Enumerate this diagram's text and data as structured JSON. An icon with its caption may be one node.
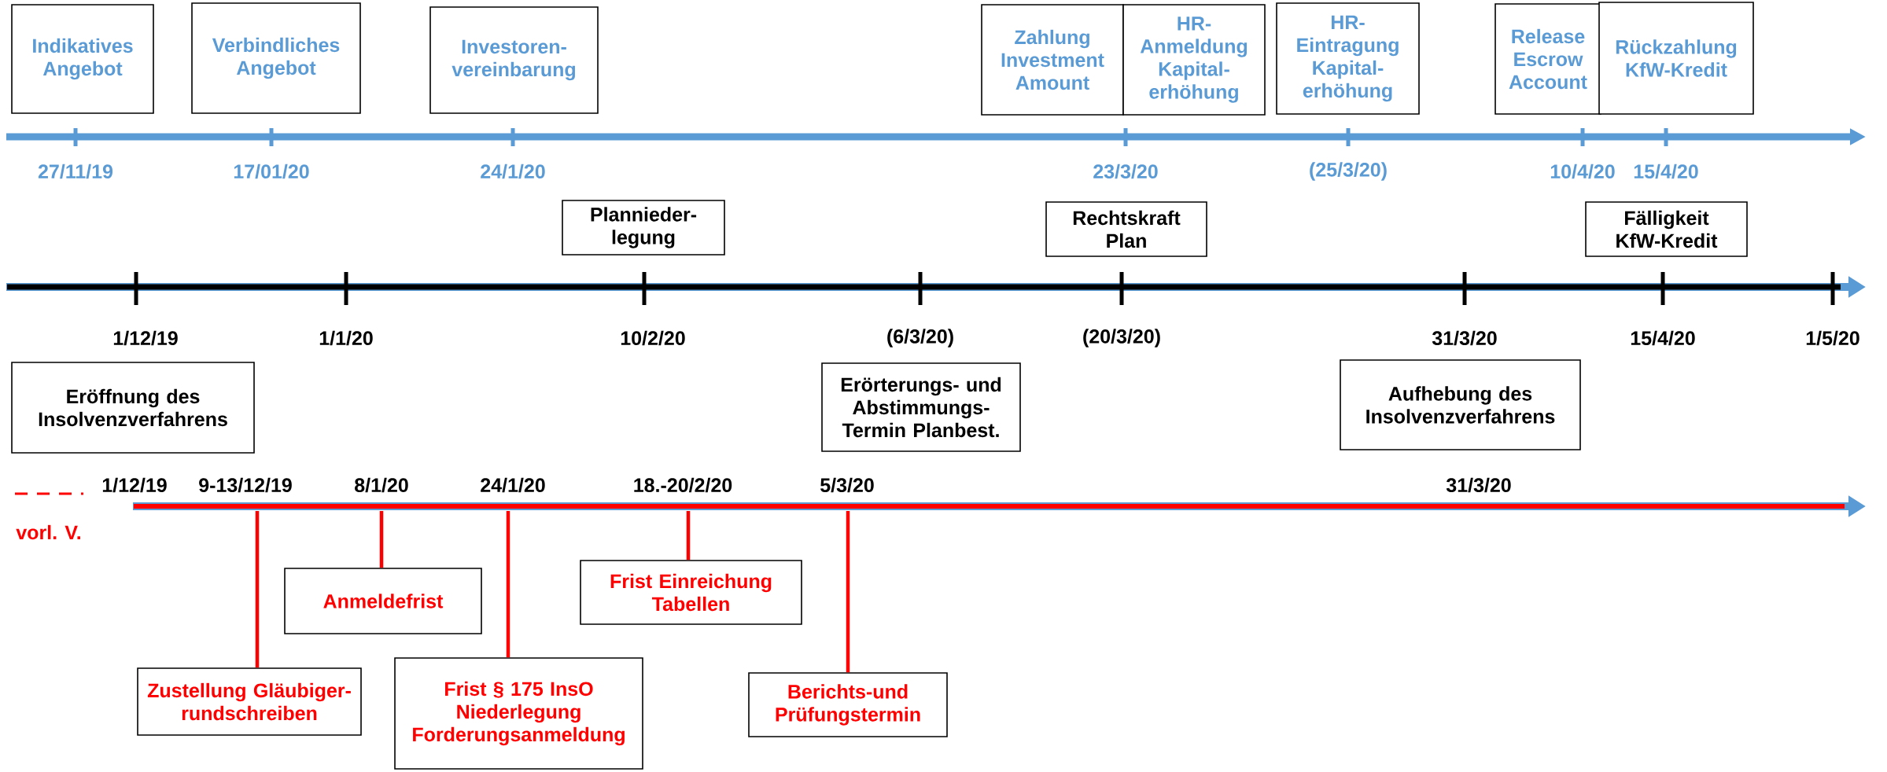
{
  "diagram": {
    "nodes": [
      {
        "text": [
          "Indikatives Angebot"
        ]
      },
      {
        "text": [
          "Verbindliches Angebot"
        ]
      },
      {
        "text": [
          "Investoren- vereinbarung"
        ]
      },
      {
        "text": [
          "Zahlung Investment Amount"
        ]
      },
      {
        "text": [
          "HR- Anmeldung Kapital- erhöhung"
        ]
      },
      {
        "text": [
          "HR- Eintragung Kapital- erhöhung"
        ]
      },
      {
        "text": [
          "Release Escrow Account"
        ]
      },
      {
        "text": [
          "Rückzahlung KfW-Kredit"
        ]
      },
      {
        "text": [
          "Plannieder- legung"
        ]
      },
      {
        "text": [
          "Rechtskraft Plan"
        ]
      },
      {
        "text": [
          "Fälligkeit KfW-Kredit"
        ]
      },
      {
        "text": [
          "Eröffnung des Insolvenzverfahrens"
        ]
      },
      {
        "text": [
          "Erörterungs- und Abstimmungs- Termin Planbest."
        ]
      },
      {
        "text": [
          "Aufhebung des Insolvenzverfahrens"
        ]
      },
      {
        "text": [
          "Zustellung Gläubiger- rundschreiben"
        ]
      },
      {
        "text": [
          "Anmeldefrist"
        ]
      },
      {
        "text": [
          "Frist § 175 InsO Niederlegung Forderungsanmeldung"
        ]
      },
      {
        "text": [
          "Frist Einreichung Tabellen"
        ]
      },
      {
        "text": [
          "Berichts-und Prüfungstermin"
        ]
      }
    ],
    "edges": [
      {
        "from": null,
        "to": 14,
        "arrow": "none"
      },
      {
        "from": null,
        "to": 15,
        "arrow": "none"
      },
      {
        "from": null,
        "to": 16,
        "arrow": "none"
      },
      {
        "from": null,
        "to": 17,
        "arrow": "none"
      },
      {
        "from": null,
        "to": 18,
        "arrow": "none"
      }
    ],
    "labels": [
      "27/11/19",
      "17/01/20",
      "24/1/20",
      "23/3/20",
      "(25/3/20)",
      "10/4/20",
      "15/4/20",
      "1/12/19",
      "1/1/20",
      "10/2/20",
      "(6/3/20)",
      "(20/3/20)",
      "31/3/20",
      "15/4/20",
      "1/5/20",
      "1/12/19",
      "9-13/12/19",
      "8/1/20",
      "24/1/20",
      "18.-20/2/20",
      "5/3/20",
      "31/3/20"
    ],
    "legend": [
      {
        "text": "vorl. V."
      }
    ]
  }
}
